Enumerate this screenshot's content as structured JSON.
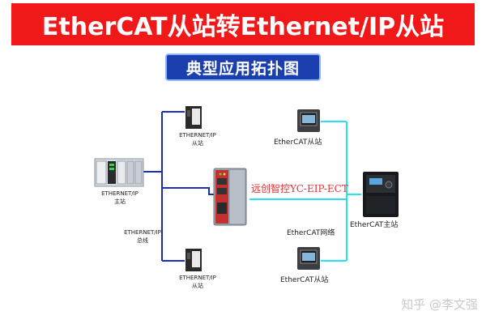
{
  "header": {
    "title": "EtherCAT从站转Ethernet/IP从站",
    "subtitle": "典型应用拓扑图"
  },
  "devices": {
    "master_eip": {
      "label_line1": "ETHERNET/IP",
      "label_line2": "主站"
    },
    "slave_eip_top": {
      "label_line1": "ETHERNET/IP",
      "label_line2": "从站"
    },
    "slave_eip_bottom": {
      "label_line1": "ETHERNET/IP",
      "label_line2": "从站"
    },
    "bus_eip": {
      "label_line1": "ETHERNET/IP",
      "label_line2": "总线"
    },
    "gateway": {
      "label": "远创智控YC-EIP-ECT"
    },
    "ecat_slave_top": {
      "label": "EtherCAT从站"
    },
    "ecat_slave_bottom": {
      "label": "EtherCAT从站"
    },
    "ecat_network": {
      "label": "EtherCAT网络"
    },
    "ecat_master": {
      "label": "EtherCAT主站"
    }
  },
  "watermark": "知乎 @李文强",
  "colors": {
    "banner": "#f01818",
    "subtitle_bg": "#1c3fb0",
    "eip_wire": "#1a2fb8",
    "ecat_wire": "#28e0f0",
    "gateway_label": "#e83030"
  }
}
